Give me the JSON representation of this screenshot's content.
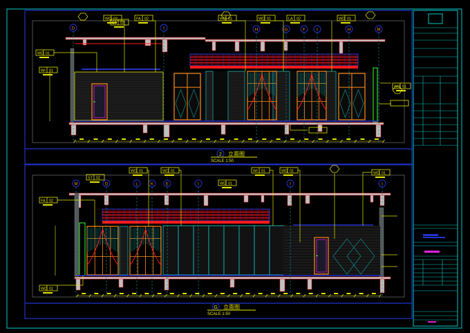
{
  "colors": {
    "background": "#000000",
    "frame": "#00c8c8",
    "panel": "#2233cc",
    "dim": "#e6e600",
    "wall": "#c0c0c0",
    "accent_red": "#ff1a1a",
    "orange": "#ff8c1a",
    "teal": "#138f8f",
    "magenta": "#e020e0"
  },
  "upper_view": {
    "number": "2",
    "title": "立面图",
    "scale": "SCALE 1:50",
    "grid_axes": [
      "D",
      "I",
      "H",
      "G",
      "F",
      "I",
      "H",
      "M"
    ],
    "tags": [
      {
        "code": "WD",
        "num": "01"
      },
      {
        "code": "WI",
        "num": "01"
      },
      {
        "code": "WD",
        "num": "02"
      },
      {
        "code": "FA",
        "num": "02"
      },
      {
        "code": "ST",
        "num": "02"
      },
      {
        "code": "WD",
        "num": "01"
      },
      {
        "code": "WD",
        "num": "01"
      },
      {
        "code": "LA",
        "num": "02"
      },
      {
        "code": "WD",
        "num": "01"
      },
      {
        "code": "WD",
        "num": "01"
      }
    ]
  },
  "lower_view": {
    "number": "G",
    "title": "立面图",
    "scale": "SCALE 1:50",
    "grid_axes": [
      "M",
      "D",
      "L",
      "K",
      "E",
      "I",
      "I",
      "I"
    ],
    "tags": [
      {
        "code": "ST",
        "num": "02"
      },
      {
        "code": "FA",
        "num": "02"
      },
      {
        "code": "WD",
        "num": "01"
      },
      {
        "code": "WD",
        "num": "01"
      },
      {
        "code": "WD",
        "num": "01"
      },
      {
        "code": "WI",
        "num": "01"
      },
      {
        "code": "WD",
        "num": "01"
      },
      {
        "code": "WD",
        "num": "01"
      },
      {
        "code": "WD",
        "num": "01"
      }
    ]
  }
}
